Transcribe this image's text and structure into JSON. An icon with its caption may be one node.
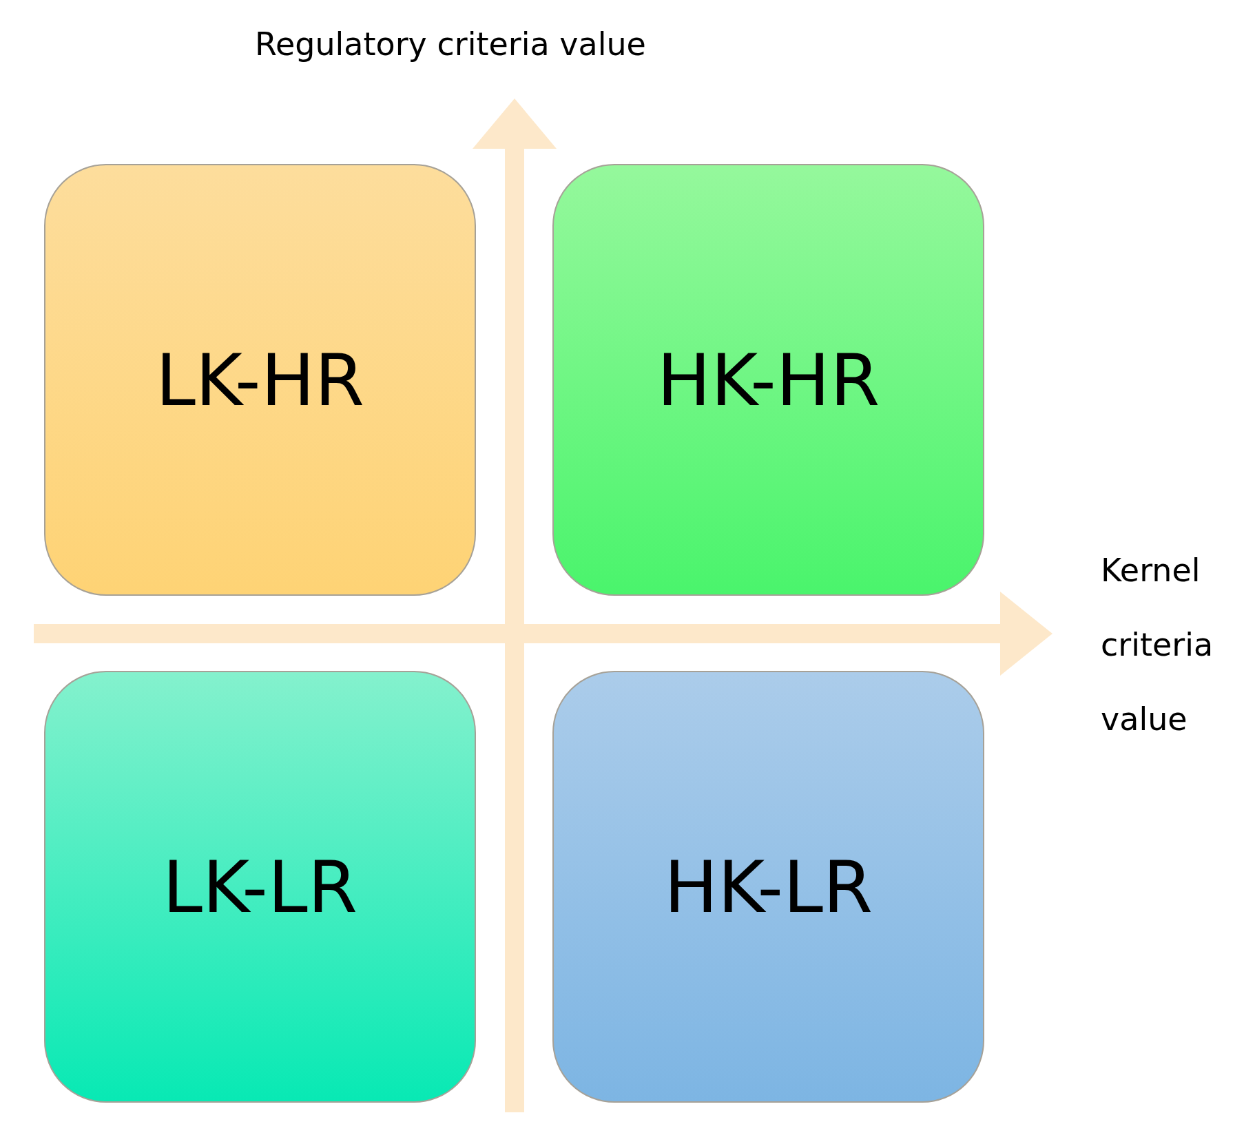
{
  "diagram": {
    "nodes": [
      {
        "text": [
          "LK-HR"
        ]
      },
      {
        "text": [
          "HK-HR"
        ]
      },
      {
        "text": [
          "LK-LR"
        ]
      },
      {
        "text": [
          "HK-LR"
        ]
      }
    ],
    "labels": [
      "Regulatory criteria value",
      "Kernel criteria value"
    ]
  }
}
